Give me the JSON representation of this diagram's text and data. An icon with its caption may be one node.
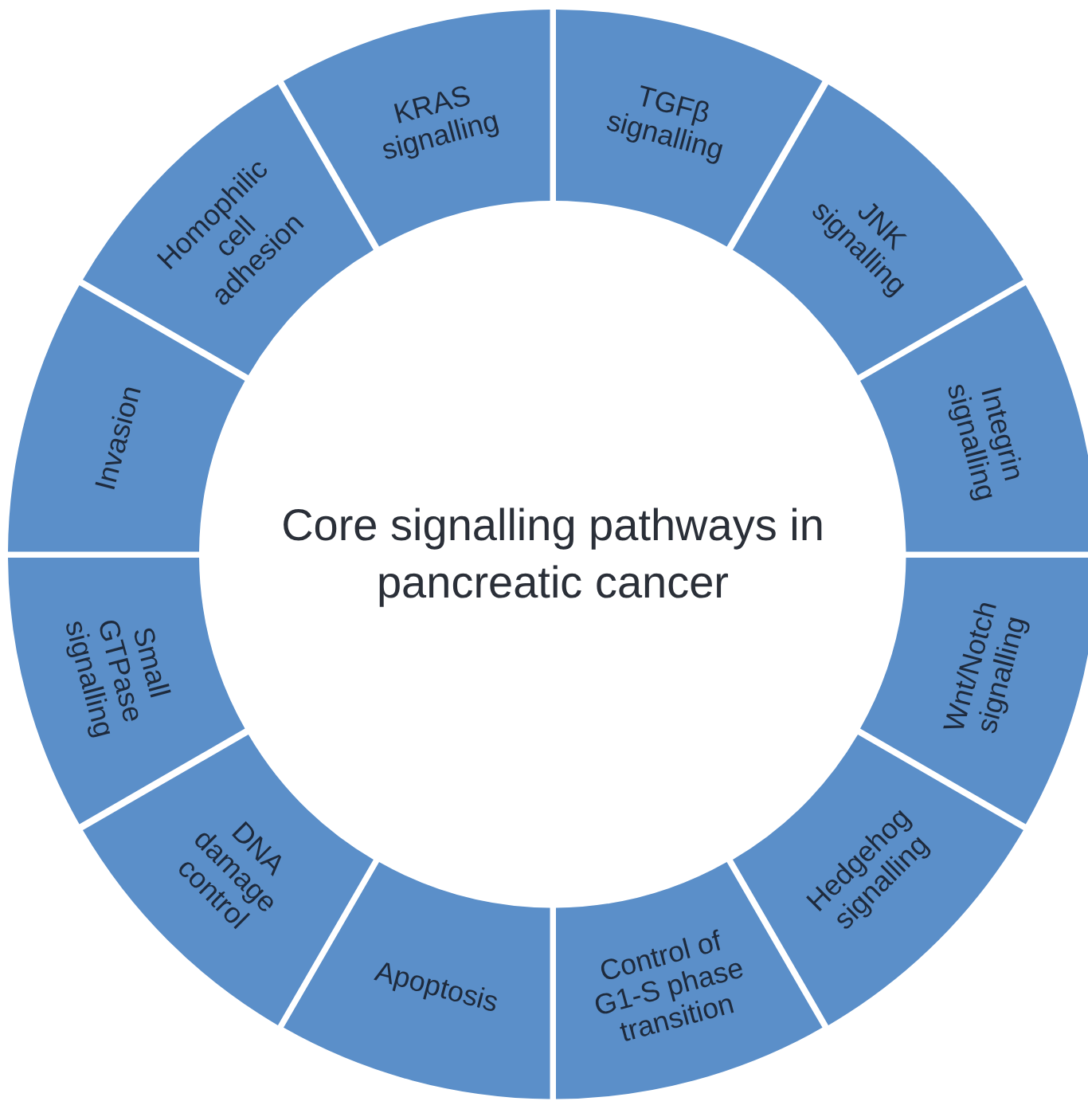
{
  "diagram": {
    "title": "Core signalling pathways in pancreatic cancer",
    "nodes": [
      {
        "text": [
          "TGFβ signalling"
        ]
      },
      {
        "text": [
          "JNK signalling"
        ]
      },
      {
        "text": [
          "Integrin signalling"
        ]
      },
      {
        "text": [
          "Wnt/Notch signalling"
        ]
      },
      {
        "text": [
          "Hedgehog signalling"
        ]
      },
      {
        "text": [
          "Control of G1-S phase transition"
        ]
      },
      {
        "text": [
          "Apoptosis"
        ]
      },
      {
        "text": [
          "DNA damage control"
        ]
      },
      {
        "text": [
          "Small GTPase signalling"
        ]
      },
      {
        "text": [
          "Invasion"
        ]
      },
      {
        "text": [
          "Homophilic cell adhesion"
        ]
      },
      {
        "text": [
          "KRAS signalling"
        ]
      }
    ]
  }
}
